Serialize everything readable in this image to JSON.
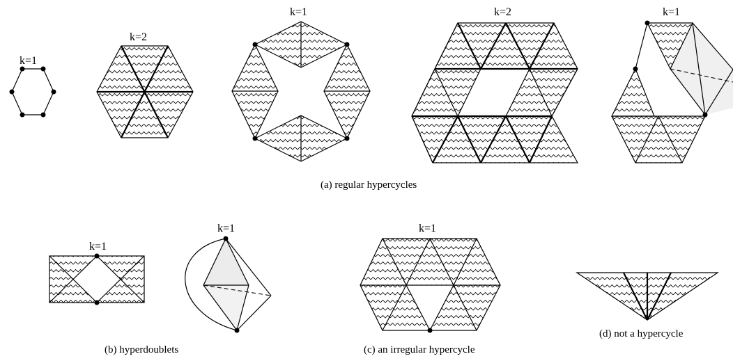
{
  "figure": {
    "k_labels": [
      "k=1",
      "k=2",
      "k=1",
      "k=2",
      "k=1",
      "k=1",
      "k=1",
      "k=1"
    ],
    "captions": {
      "a": "(a) regular hypercycles",
      "b": "(b) hyperdoublets",
      "c": "(c) an irregular hypercycle",
      "d": "(d) not a hypercycle"
    }
  }
}
